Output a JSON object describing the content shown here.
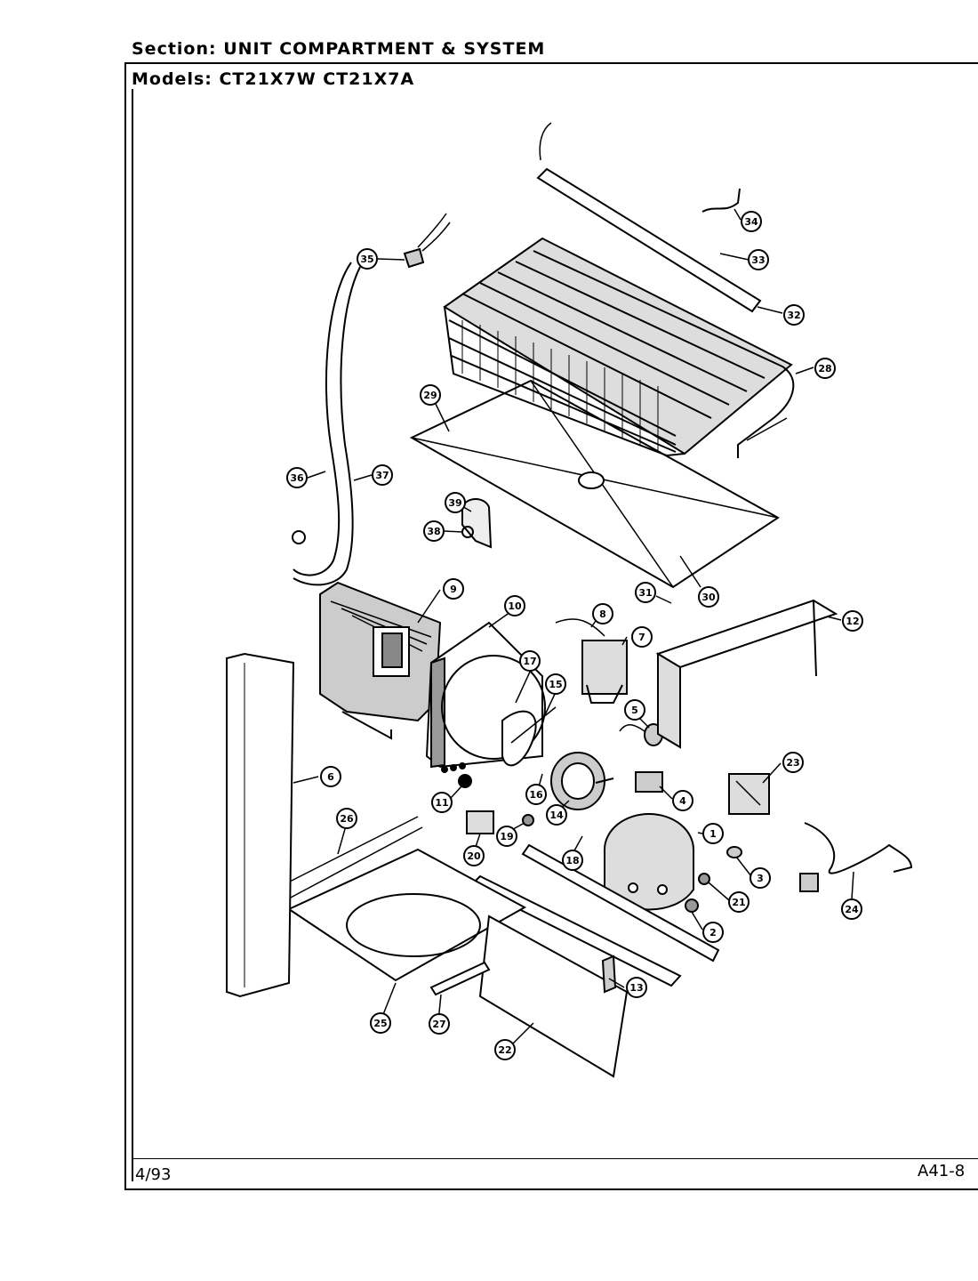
{
  "header": {
    "section": "Section:  UNIT  COMPARTMENT  &  SYSTEM",
    "models": "Models:   CT21X7W    CT21X7A"
  },
  "footer": {
    "date": "4/93",
    "code": "A41-8"
  },
  "callouts": [
    "1",
    "2",
    "3",
    "4",
    "5",
    "6",
    "7",
    "8",
    "9",
    "10",
    "11",
    "12",
    "13",
    "14",
    "15",
    "16",
    "17",
    "18",
    "19",
    "20",
    "21",
    "22",
    "23",
    "24",
    "25",
    "26",
    "27",
    "28",
    "29",
    "30",
    "31",
    "32",
    "33",
    "34",
    "35",
    "36",
    "37",
    "38",
    "39"
  ]
}
